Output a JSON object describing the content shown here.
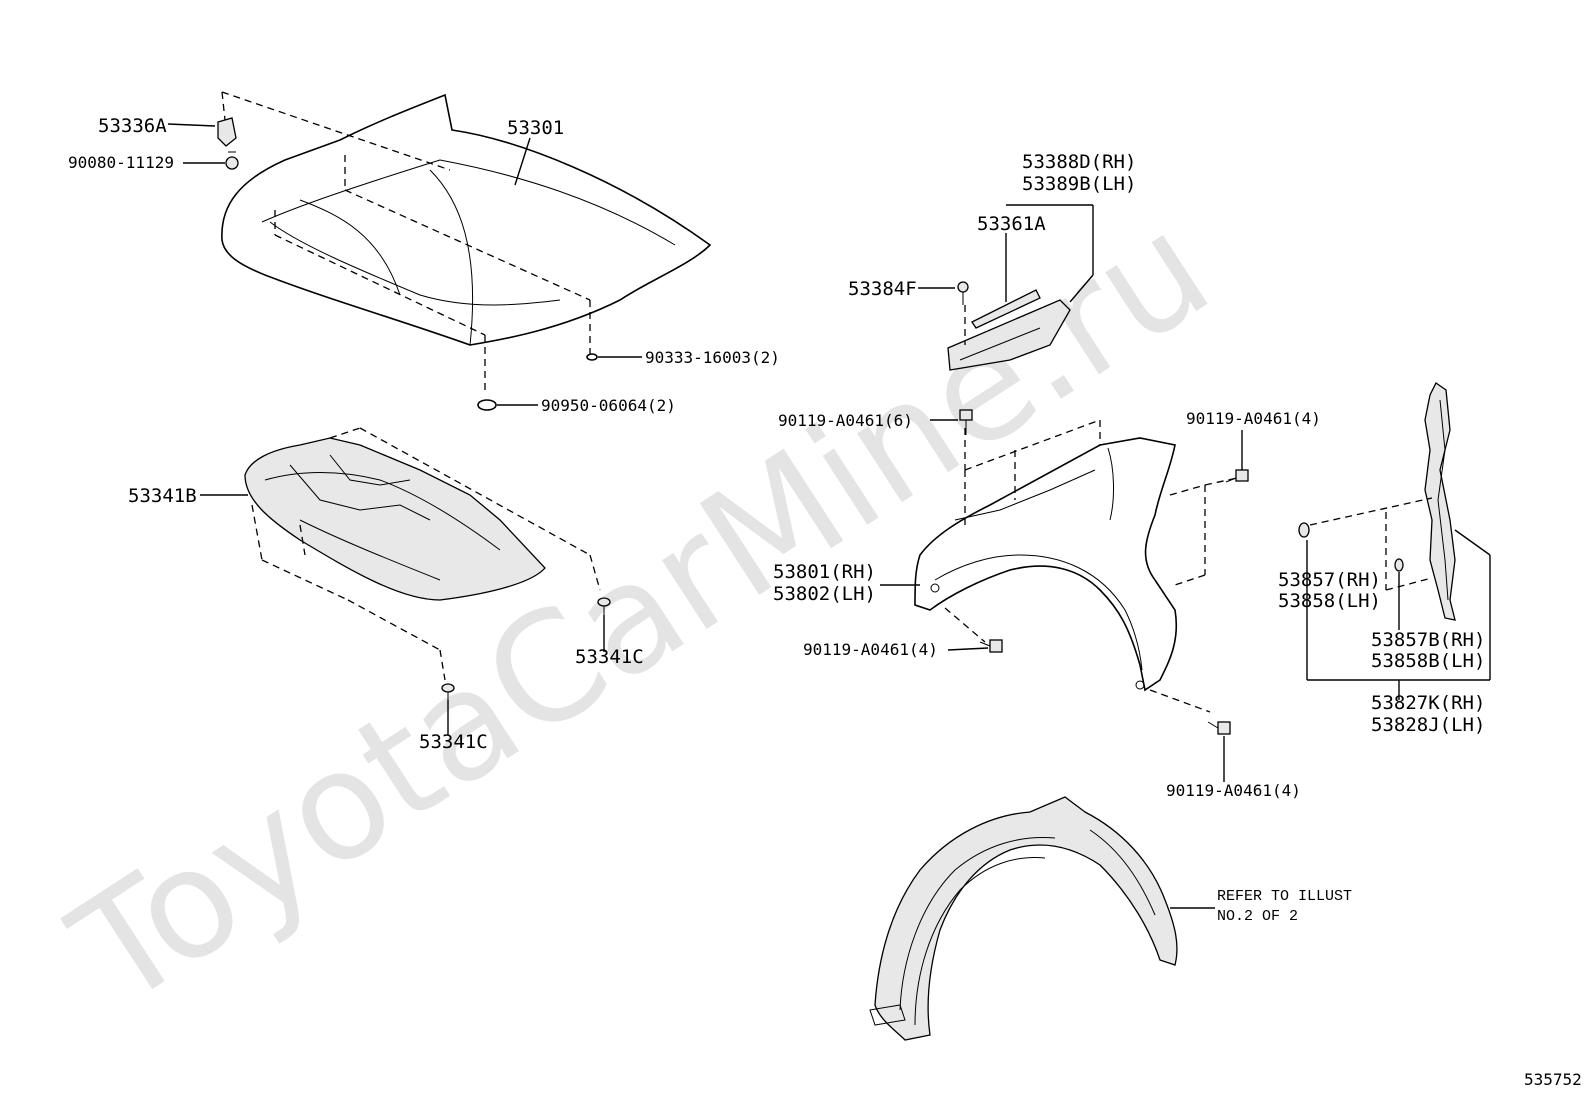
{
  "watermark": "ToyotaCarMine.ru",
  "figure_id": "535752",
  "reference_note": {
    "line1": "REFER TO ILLUST",
    "line2": "NO.2 OF 2"
  },
  "labels": {
    "p53336A": "53336A",
    "p90080": "90080-11129",
    "p53301": "53301",
    "p90333": "90333-16003(2)",
    "p90950": "90950-06064(2)",
    "p53341B": "53341B",
    "p53341C_right": "53341C",
    "p53341C_bottom": "53341C",
    "p53388D": "53388D(RH)",
    "p53389B": "53389B(LH)",
    "p53361A": "53361A",
    "p53384F": "53384F",
    "p90119_top": "90119-A0461(6)",
    "p90119_right": "90119-A0461(4)",
    "p53801": "53801(RH)",
    "p53802": "53802(LH)",
    "p90119_mid": "90119-A0461(4)",
    "p90119_low": "90119-A0461(4)",
    "p53857": "53857(RH)",
    "p53858": "53858(LH)",
    "p53857B": "53857B(RH)",
    "p53858B": "53858B(LH)",
    "p53827K": "53827K(RH)",
    "p53828J": "53828J(LH)"
  }
}
